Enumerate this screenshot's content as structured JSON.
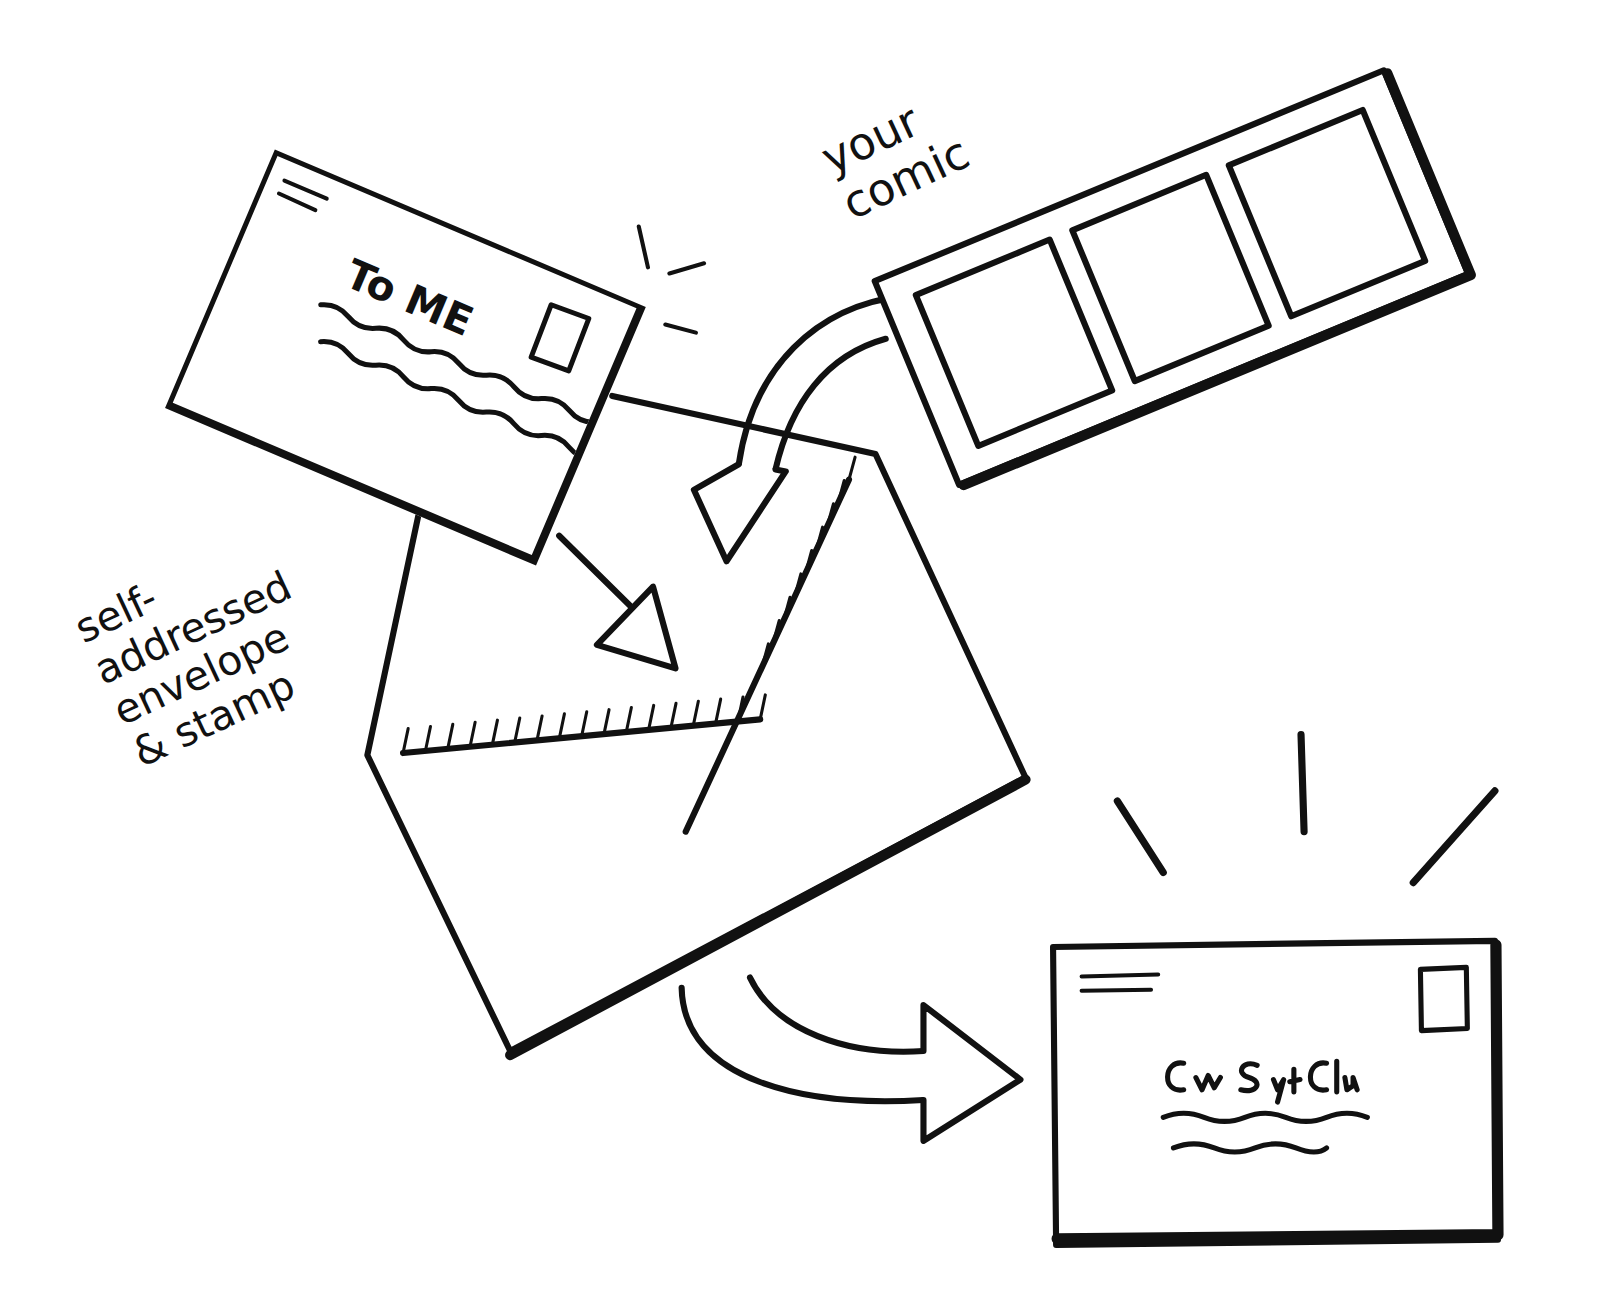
{
  "diagram": {
    "nodes": [
      {
        "text": [
          "To ME"
        ]
      }
    ],
    "labels": [
      "your comic",
      "self-addressed envelope & stamp"
    ]
  }
}
